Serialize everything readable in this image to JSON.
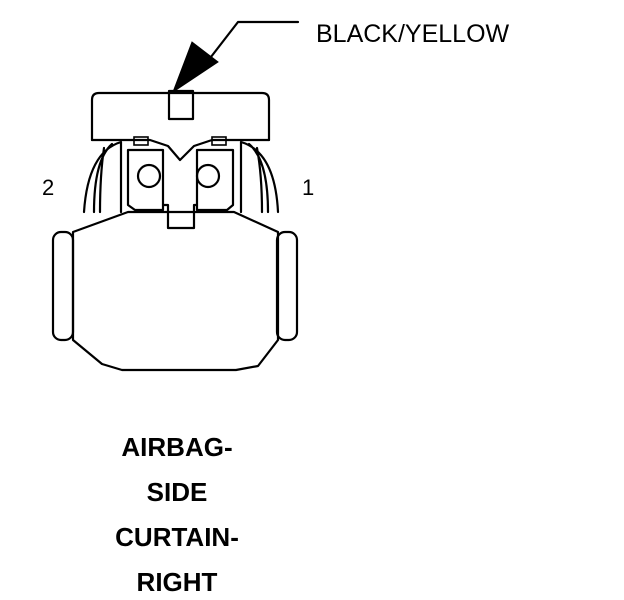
{
  "wire_color_label": "BLACK/YELLOW",
  "pins": {
    "left": "2",
    "right": "1"
  },
  "title_lines": [
    "AIRBAG-",
    "SIDE",
    "CURTAIN-",
    "RIGHT"
  ]
}
